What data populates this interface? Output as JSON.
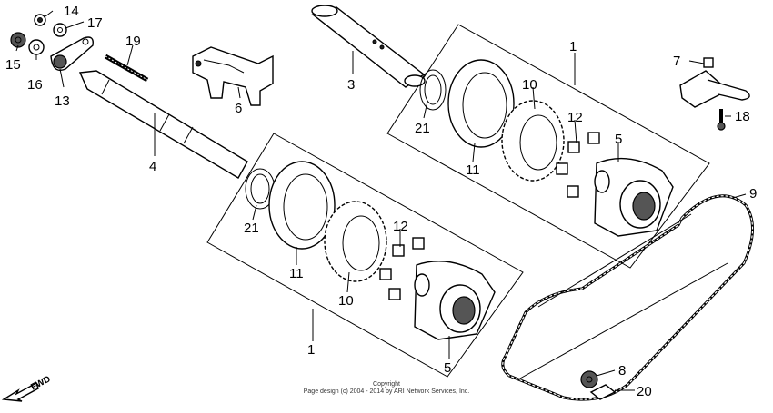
{
  "callouts": [
    {
      "id": "14",
      "text": "14"
    },
    {
      "id": "17",
      "text": "17"
    },
    {
      "id": "15",
      "text": "15"
    },
    {
      "id": "16",
      "text": "16"
    },
    {
      "id": "13",
      "text": "13"
    },
    {
      "id": "19",
      "text": "19"
    },
    {
      "id": "6",
      "text": "6"
    },
    {
      "id": "3",
      "text": "3"
    },
    {
      "id": "4",
      "text": "4"
    },
    {
      "id": "1a",
      "text": "1"
    },
    {
      "id": "1b",
      "text": "1"
    },
    {
      "id": "7",
      "text": "7"
    },
    {
      "id": "18",
      "text": "18"
    },
    {
      "id": "21a",
      "text": "21"
    },
    {
      "id": "21b",
      "text": "21"
    },
    {
      "id": "11a",
      "text": "11"
    },
    {
      "id": "11b",
      "text": "11"
    },
    {
      "id": "10a",
      "text": "10"
    },
    {
      "id": "10b",
      "text": "10"
    },
    {
      "id": "12a",
      "text": "12"
    },
    {
      "id": "12b",
      "text": "12"
    },
    {
      "id": "5a",
      "text": "5"
    },
    {
      "id": "5b",
      "text": "5"
    },
    {
      "id": "9",
      "text": "9"
    },
    {
      "id": "8",
      "text": "8"
    },
    {
      "id": "20",
      "text": "20"
    }
  ],
  "fwd_label": "FWD",
  "copyright_line1": "Copyright",
  "copyright_line2": "Page design (c) 2004 - 2014 by ARI Network Services, Inc."
}
